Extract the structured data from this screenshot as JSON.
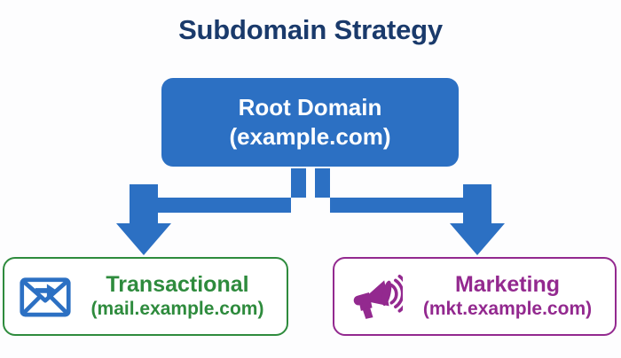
{
  "diagram": {
    "title": "Subdomain Strategy",
    "background_color": "#fdfdfe",
    "title_color": "#1a3a6b",
    "root": {
      "line1": "Root Domain",
      "line2": "(example.com)",
      "fill_color": "#2c70c3",
      "text_color": "#ffffff"
    },
    "connectors": {
      "color": "#2c70c3",
      "left_arrow_name": "arrow-to-transactional",
      "right_arrow_name": "arrow-to-marketing"
    },
    "branches": [
      {
        "id": "transactional",
        "icon": "envelope-arrow-icon",
        "icon_color": "#2c70c3",
        "title": "Transactional",
        "subtitle": "(mail.example.com)",
        "accent_color": "#2e8b3d"
      },
      {
        "id": "marketing",
        "icon": "megaphone-icon",
        "icon_color": "#93298f",
        "title": "Marketing",
        "subtitle": "(mkt.example.com)",
        "accent_color": "#93298f"
      }
    ]
  }
}
